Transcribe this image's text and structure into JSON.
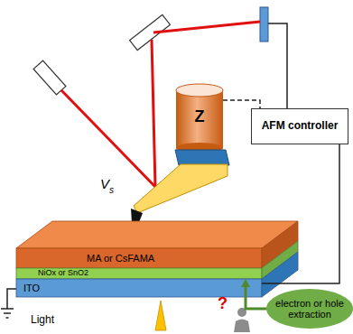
{
  "diagram": {
    "nodes": [
      {
        "text": [
          "Z"
        ]
      },
      {
        "text": [
          "AFM controller"
        ]
      },
      {
        "text": [
          "MA or CsFAMA"
        ]
      },
      {
        "text": [
          "NiOx or SnO2"
        ]
      },
      {
        "text": [
          "ITO"
        ]
      },
      {
        "text": [
          "electron or hole extraction"
        ]
      }
    ],
    "edges": [
      {
        "from": 0,
        "to": 1,
        "arrow": "none"
      },
      {
        "from": 1,
        "to": 4,
        "arrow": "none"
      },
      {
        "from": 5,
        "to": 3,
        "arrow": "to"
      }
    ],
    "labels": [
      "V",
      "s",
      "Light",
      "?"
    ]
  }
}
